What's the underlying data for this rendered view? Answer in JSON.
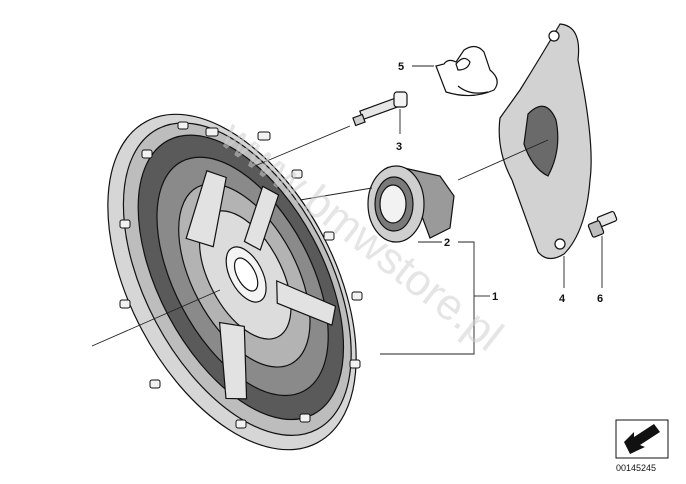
{
  "diagram": {
    "callouts": [
      {
        "id": "callout-1",
        "label": "1"
      },
      {
        "id": "callout-2",
        "label": "2"
      },
      {
        "id": "callout-3",
        "label": "3"
      },
      {
        "id": "callout-4",
        "label": "4"
      },
      {
        "id": "callout-5",
        "label": "5"
      },
      {
        "id": "callout-6",
        "label": "6"
      }
    ],
    "diagram_id": "00145245",
    "watermark": "www.bmwstore.pl"
  }
}
